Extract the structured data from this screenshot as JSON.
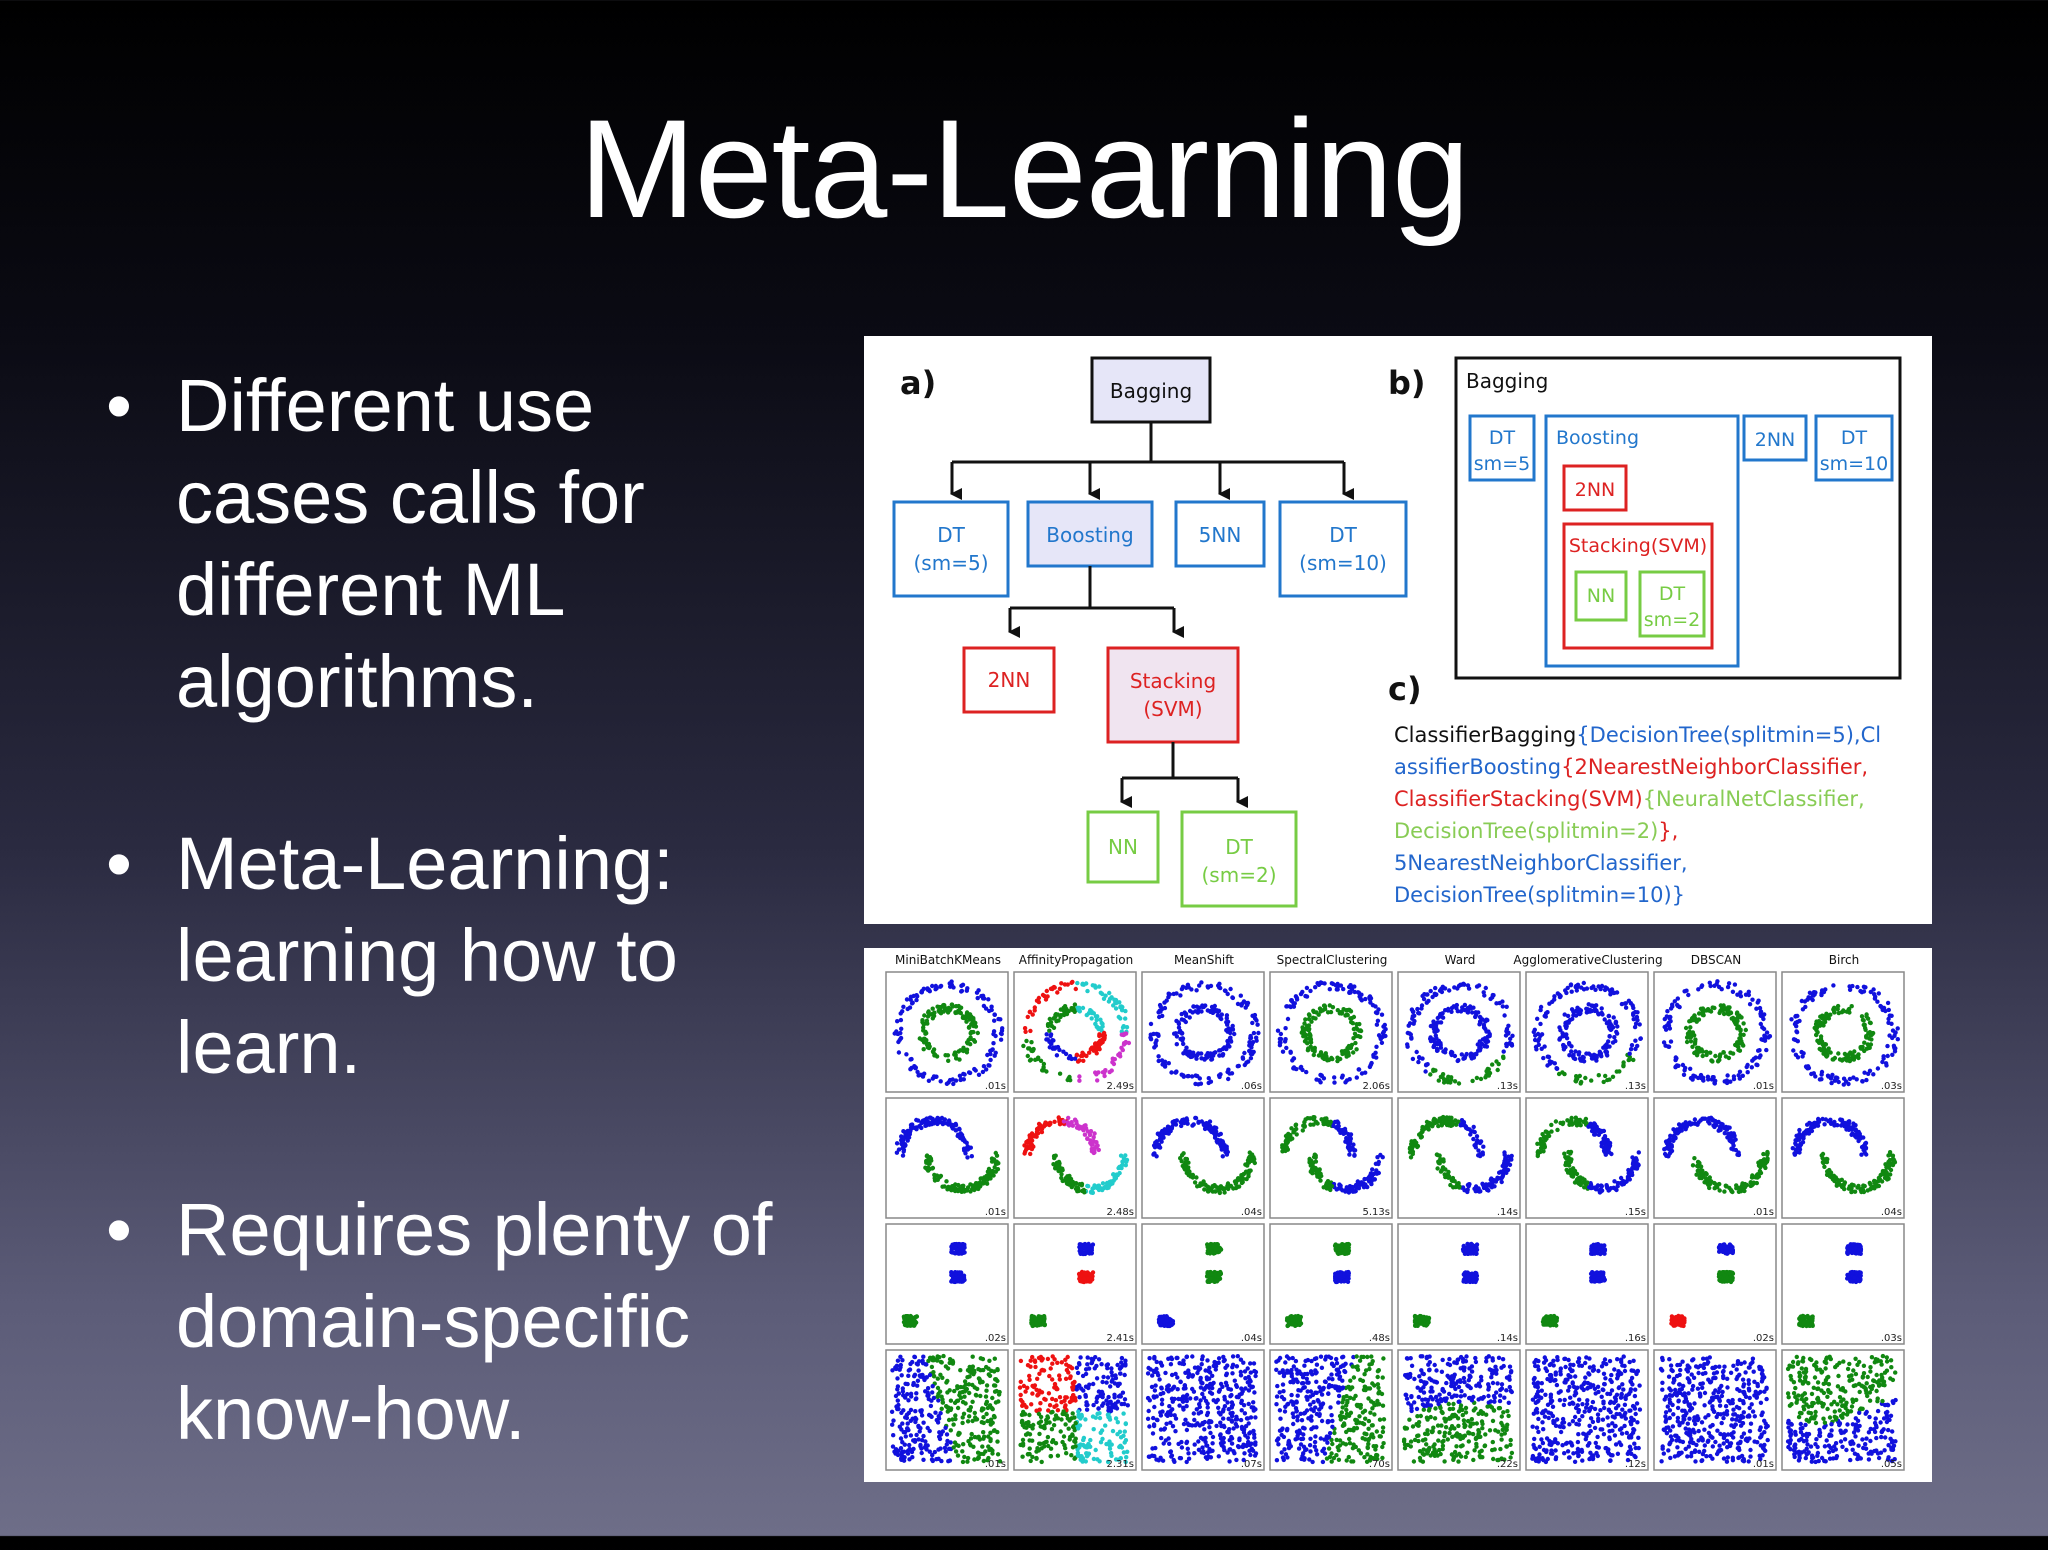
{
  "slide": {
    "title": "Meta-Learning",
    "bullets": [
      {
        "lines": [
          "Different use",
          "cases calls for",
          "different ML",
          "algorithms."
        ]
      },
      {
        "lines": [
          "Meta-Learning:",
          "learning how to",
          "learn."
        ]
      },
      {
        "lines": [
          "Requires plenty of",
          "domain-specific",
          "know-how."
        ]
      }
    ]
  },
  "diagram_a": {
    "label": "a)",
    "root": "Bagging",
    "children": [
      {
        "lines": [
          "DT",
          "(sm=5)"
        ]
      },
      {
        "lines": [
          "Boosting"
        ]
      },
      {
        "lines": [
          "5NN"
        ]
      },
      {
        "lines": [
          "DT",
          "(sm=10)"
        ]
      }
    ],
    "boost_children": [
      {
        "lines": [
          "2NN"
        ]
      },
      {
        "lines": [
          "Stacking",
          "(SVM)"
        ]
      }
    ],
    "stack_children": [
      {
        "lines": [
          "NN"
        ]
      },
      {
        "lines": [
          "DT",
          "(sm=2)"
        ]
      }
    ]
  },
  "diagram_b": {
    "label": "b)",
    "bagging": "Bagging",
    "dt5": [
      "DT",
      "sm=5"
    ],
    "boosting": "Boosting",
    "nn2": "2NN",
    "stacking": "Stacking(SVM)",
    "nn": "NN",
    "dt2": [
      "DT",
      "sm=2"
    ],
    "nn2b": "2NN",
    "dt10": [
      "DT",
      "sm=10"
    ]
  },
  "diagram_c": {
    "label": "c)",
    "lines": [
      [
        {
          "t": "ClassifierBagging",
          "c": "black"
        },
        {
          "t": "{DecisionTree(splitmin=5),Cl",
          "c": "blue"
        }
      ],
      [
        {
          "t": "assifierBoosting",
          "c": "blue"
        },
        {
          "t": "{2NearestNeighborClassifier,",
          "c": "red"
        }
      ],
      [
        {
          "t": "ClassifierStacking(SVM)",
          "c": "red"
        },
        {
          "t": "{NeuralNetClassifier,",
          "c": "green"
        }
      ],
      [
        {
          "t": "DecisionTree(splitmin=2)",
          "c": "green"
        },
        {
          "t": "},",
          "c": "red"
        }
      ],
      [
        {
          "t": "5NearestNeighborClassifier,",
          "c": "blue"
        }
      ],
      [
        {
          "t": "DecisionTree(splitmin=10)}",
          "c": "blue"
        }
      ]
    ]
  },
  "clustering": {
    "methods": [
      "MiniBatchKMeans",
      "AffinityPropagation",
      "MeanShift",
      "SpectralClustering",
      "Ward",
      "AgglomerativeClustering",
      "DBSCAN",
      "Birch"
    ],
    "timings": [
      [
        ".01s",
        "2.49s",
        ".06s",
        "2.06s",
        ".13s",
        ".13s",
        ".01s",
        ".03s"
      ],
      [
        ".01s",
        "2.48s",
        ".04s",
        "5.13s",
        ".14s",
        ".15s",
        ".01s",
        ".04s"
      ],
      [
        ".02s",
        "2.41s",
        ".04s",
        ".48s",
        ".14s",
        ".16s",
        ".02s",
        ".03s"
      ],
      [
        ".01s",
        "2.31s",
        ".07s",
        ".70s",
        ".22s",
        ".12s",
        ".01s",
        ".05s"
      ]
    ],
    "colors": {
      "blue": "#1111dd",
      "green": "#118811",
      "red": "#ee1111",
      "cyan": "#22cccc",
      "magenta": "#cc33cc"
    }
  }
}
